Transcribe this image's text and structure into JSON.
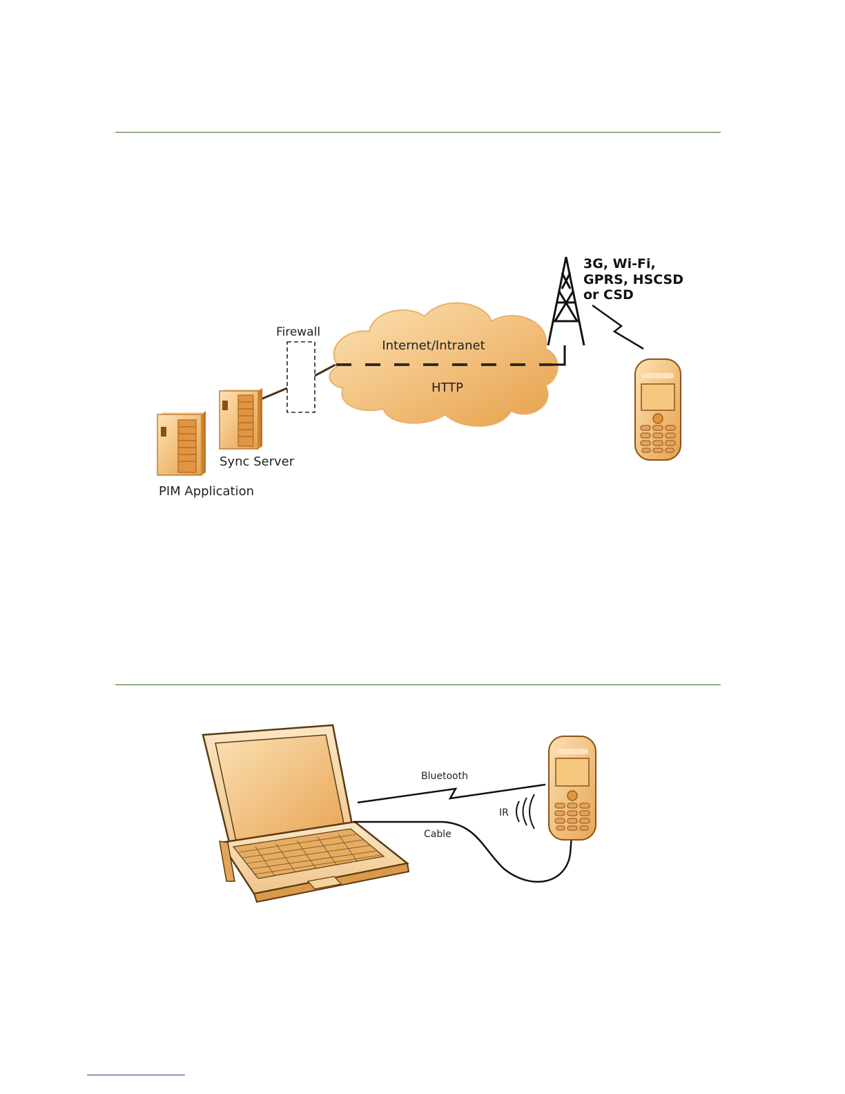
{
  "colors": {
    "rule": "#3c6a2e",
    "footnote_rule": "#2a3f8f",
    "device_fill": "#f3b768",
    "device_dark": "#c9822e",
    "outline": "#5a3a14"
  },
  "diagram_remote": {
    "firewall_label": "Firewall",
    "cloud_top_label": "Internet/Intranet",
    "cloud_bottom_label": "HTTP",
    "sync_server_label": "Sync Server",
    "pim_label": "PIM Application",
    "network_lines": [
      "3G, Wi-Fi,",
      "GPRS, HSCSD",
      "or CSD"
    ],
    "icons": [
      "server-icon",
      "server-icon",
      "cell-tower-icon",
      "mobile-phone-icon",
      "cloud-icon"
    ]
  },
  "diagram_local": {
    "bluetooth_label": "Bluetooth",
    "ir_label": "IR",
    "cable_label": "Cable",
    "icons": [
      "laptop-icon",
      "mobile-phone-icon",
      "infrared-waves-icon"
    ]
  }
}
